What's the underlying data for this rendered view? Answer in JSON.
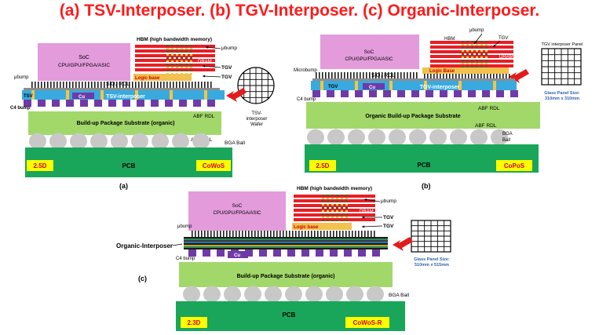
{
  "title": "(a) TSV-Interposer. (b) TGV-Interposer. (c) Organic-Interposer.",
  "colors": {
    "title": "#ff1a1a",
    "soc": "#e39bdc",
    "dram": "#e81e25",
    "logic_base": "#ffe08a",
    "interposer": "#38aadf",
    "substrate": "#a2d86a",
    "pcb": "#19a65a",
    "c4": "#6f3aa7",
    "ball": "#c8c8c8",
    "callout": "#e31b1b",
    "label_yellow": "#ffff00",
    "label_red_text": "#d40000",
    "panel_text": "#2f5fb3"
  },
  "a": {
    "hbm_title": "HBM (high bandwidth memory)",
    "soc_line1": "SoC",
    "soc_line2": "CPU/GPU/FPGA/ASIC",
    "ubump_right": "μbump",
    "dram": "DRAM",
    "tgv": "TGV",
    "logic_base": "Logic base",
    "tgv_right": "TGV",
    "ubump_left": "μbump",
    "sio2_rdl": "SiO₂ RDL",
    "tsv": "TSV",
    "cu": "Cu",
    "interposer": "TSV-interposer",
    "c4_bump": "C4 bump",
    "abf_rdl_top": "ABF RDL",
    "substrate": "Build-up Package Substrate (organic)",
    "abf_rdl_bottom": "ABF RDL",
    "bga_ball": "BGA Ball",
    "pcb": "PCB",
    "tag_left": "2.5D",
    "tag_right": "CoWoS",
    "wafer_label": "TSV-\ninterposer\nWafer",
    "caption": "(a)"
  },
  "b": {
    "ubump": "μbump",
    "hbm": "HBM",
    "tgv_top": "TGV",
    "panel_title": "TGV interposer Panel",
    "soc_line1": "SoC",
    "soc_line2": "CPU/GPU/FPGA/ASIC",
    "dram": "DRAM",
    "logic_base": "Logic Base",
    "microbump": "Microbump",
    "sio2_rdl": "SiO₂ RDL",
    "tgv": "TGV",
    "cu": "Cu",
    "interposer": "TGV-interposer",
    "panel_size": "Glass Panel Size:\n310mm x 310mm",
    "c4_bump": "C4 bump",
    "substrate": "Organic Build-up Package Substrate",
    "abf_rdl_top": "ABF RDL",
    "abf_rdl_bottom": "ABF RDL",
    "bga": "BGA\nBall",
    "pcb": "PCB",
    "tag_left": "2.5D",
    "tag_right": "CoPoS",
    "caption": "(b)"
  },
  "c": {
    "hbm_title": "HBM (high bandwidth memory)",
    "soc_line1": "SoC",
    "soc_line2": "CPU/GPU/FPGA/ASIC",
    "ubump_right": "μbump",
    "dram": "DRAM",
    "tgv": "TGV",
    "logic_base": "Logic base",
    "tgv_right": "TGV",
    "ubump_left": "μbump",
    "interposer_label": "Organic-Interposer",
    "c4_bump": "C4 bump",
    "cu": "Cu",
    "substrate": "Build-up Package Substrate (organic)",
    "bga_ball": "BGA Ball",
    "pcb": "PCB",
    "tag_left": "2.3D",
    "tag_right": "CoWoS-R",
    "panel_size": "Glass Panel Size:\n510mm x 515mm",
    "caption": "(c)"
  }
}
